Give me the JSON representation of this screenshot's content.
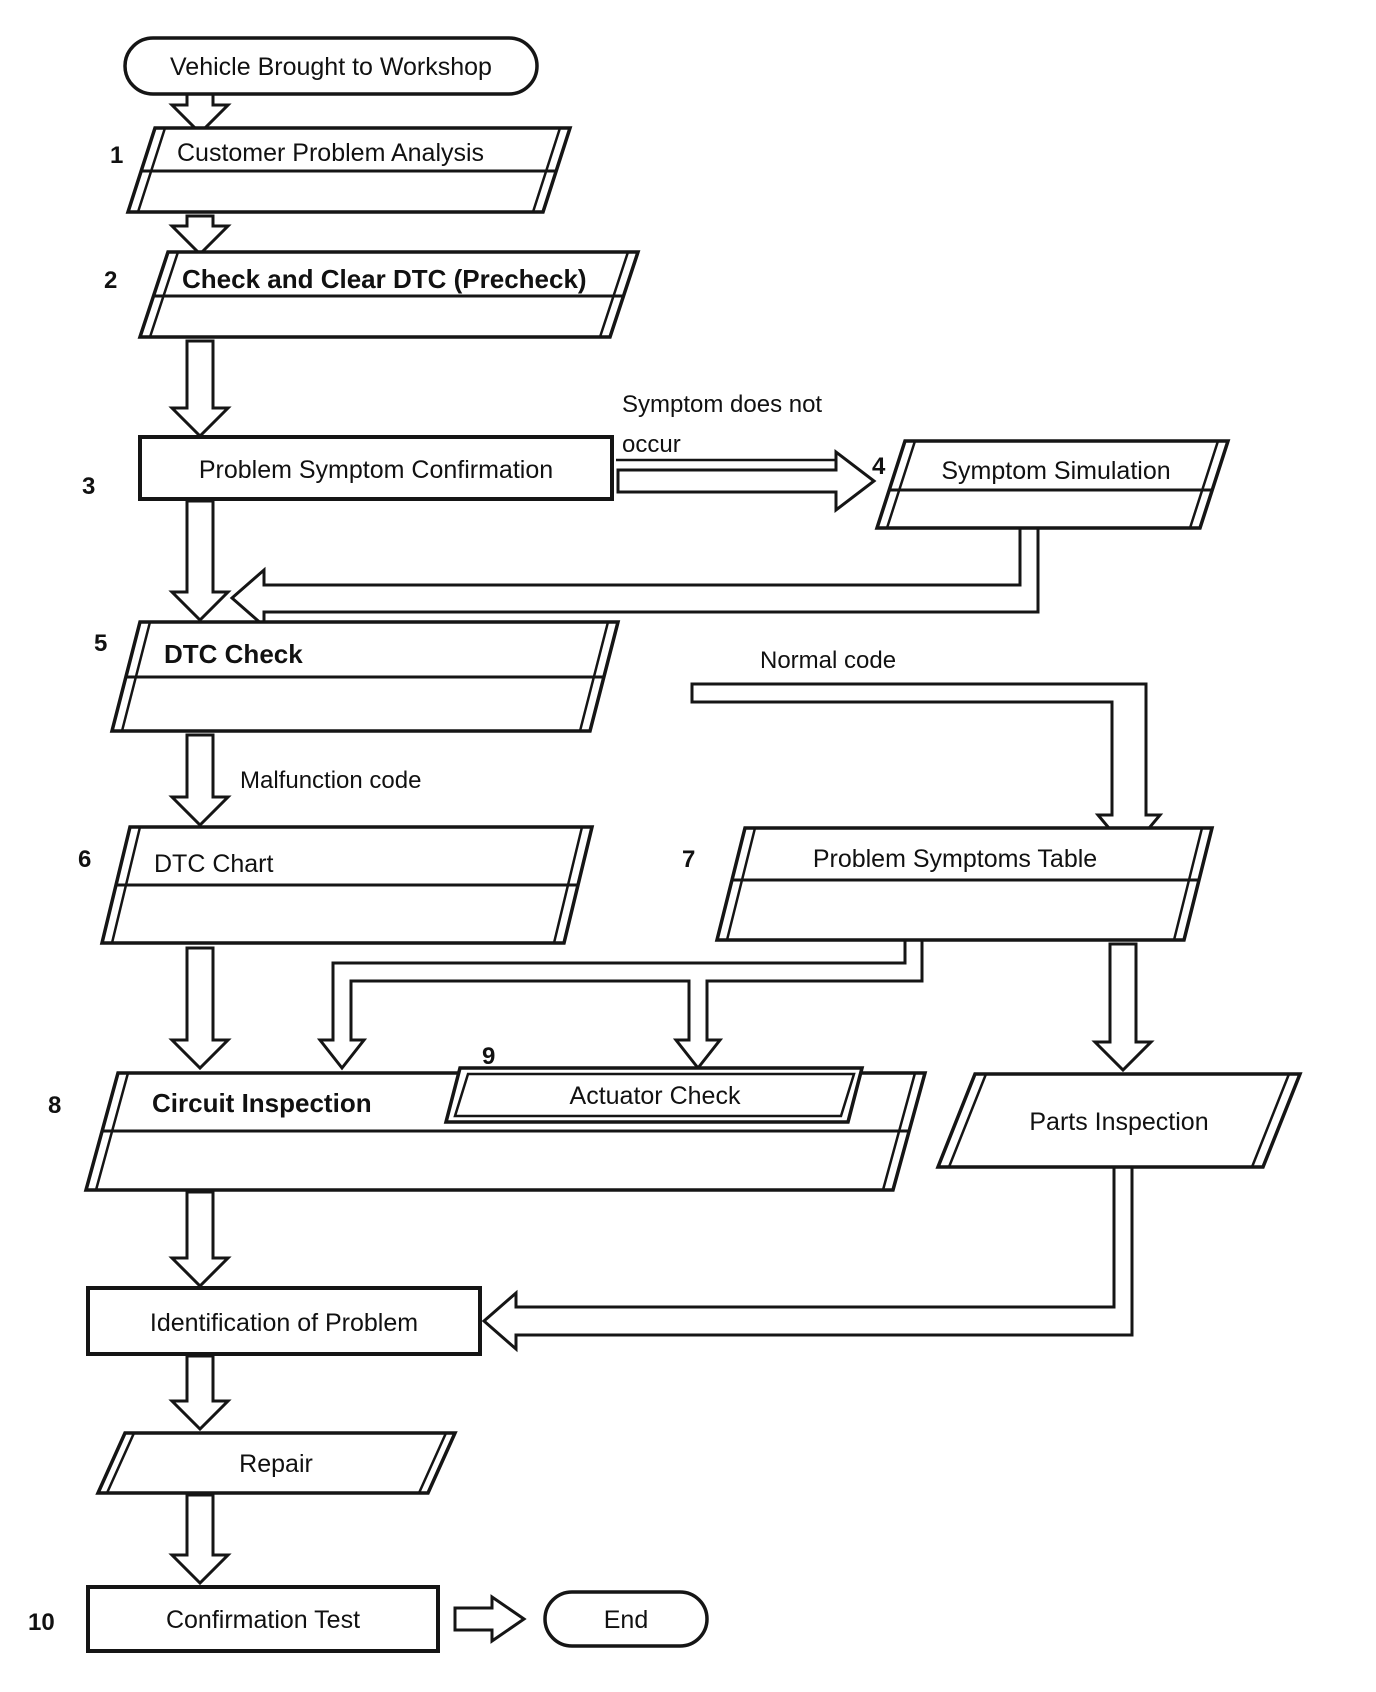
{
  "diagram": {
    "type": "flowchart",
    "subject": "Vehicle diagnostic troubleshooting procedure",
    "colors": {
      "ink": "#151515",
      "background": "#ffffff"
    },
    "nodes": {
      "start": {
        "label": "Vehicle Brought to Workshop"
      },
      "step1": {
        "num": "1",
        "label": "Customer Problem Analysis"
      },
      "step2": {
        "num": "2",
        "label": "Check and Clear DTC (Precheck)"
      },
      "step3": {
        "num": "3",
        "label": "Problem Symptom Confirmation"
      },
      "step4": {
        "num": "4",
        "label": "Symptom Simulation"
      },
      "step5": {
        "num": "5",
        "label": "DTC Check"
      },
      "step6": {
        "num": "6",
        "label": "DTC Chart"
      },
      "step7": {
        "num": "7",
        "label": "Problem Symptoms Table"
      },
      "step8": {
        "num": "8",
        "label": "Circuit Inspection"
      },
      "step9": {
        "num": "9",
        "label": "Actuator Check"
      },
      "parts": {
        "label": "Parts Inspection"
      },
      "identify": {
        "label": "Identification of Problem"
      },
      "repair": {
        "label": "Repair"
      },
      "step10": {
        "num": "10",
        "label": "Confirmation Test"
      },
      "end": {
        "label": "End"
      }
    },
    "edge_labels": {
      "symptom_line1": "Symptom does not",
      "symptom_line2": "occur",
      "normal_code": "Normal code",
      "malfunction_code": "Malfunction code"
    }
  }
}
